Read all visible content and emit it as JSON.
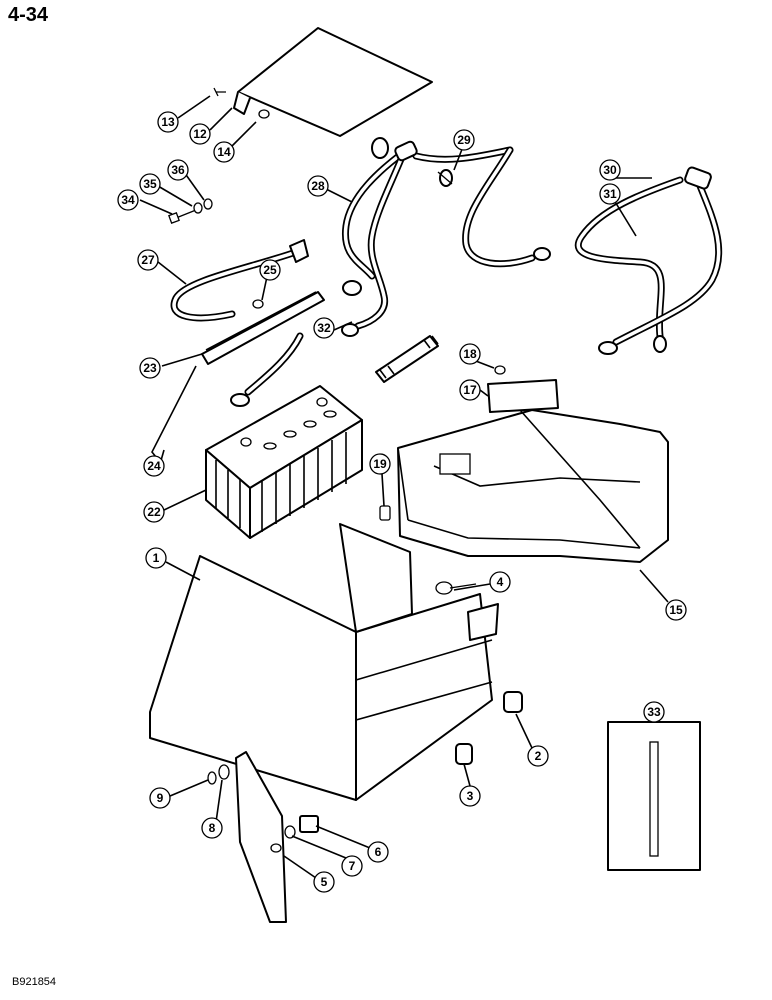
{
  "page_number": "4-34",
  "catalog_code": "B921854",
  "callouts": [
    "1",
    "2",
    "3",
    "4",
    "5",
    "6",
    "7",
    "8",
    "9",
    "12",
    "13",
    "14",
    "15",
    "17",
    "18",
    "19",
    "22",
    "23",
    "24",
    "25",
    "27",
    "28",
    "29",
    "30",
    "31",
    "32",
    "33",
    "34",
    "35",
    "36"
  ]
}
